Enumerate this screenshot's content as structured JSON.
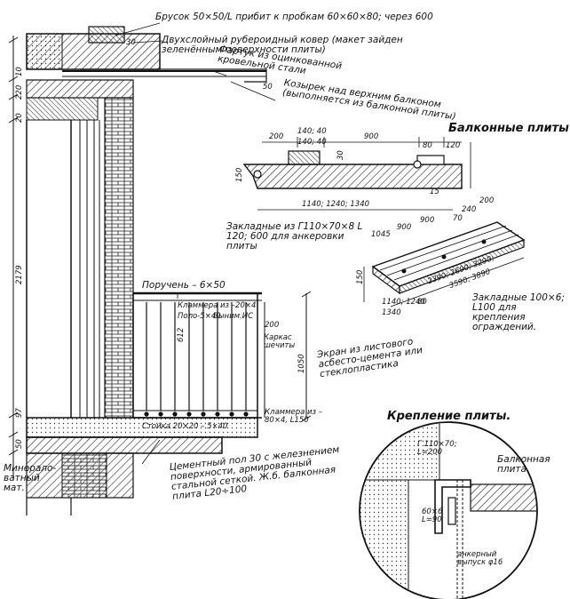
{
  "notes": {
    "brusok": "Брусок 50×50/L прибит к пробкам 60×60×80; через 600",
    "kover": "Двухслойный рубероидный ковер (макет зайден зеленённым поверхности плиты)",
    "fartuk": "Фартук из оцинкованной кровельной стали",
    "kozyrek": "Козырек над верхним балконом (выполняется из балконной плиты)",
    "balcony_plates_title": "Балконные плиты",
    "zakladnye_top": "Закладные из Г110×70×8 L 120; 600 для анкеровки плиты",
    "zakladnye_right": "Закладные 100×6; L100 для крепления ограждений.",
    "poruchen": "Поручень – 6×50",
    "klammera_top": "Кламмера из –20×4",
    "polosa": "Поло-5×40",
    "vynim": "Выним.ИС",
    "karkas": "Каркас шечиты",
    "ekran": "Экран из листового асбесто-цемента или стеклопластика",
    "klammera_bottom": "Кламмера из –80×4, L150",
    "stoyka": "Стойка 20×20 – 5×40",
    "mineral": "Минерало-ватный мат.",
    "tsement": "Цементный пол 30 с железнением поверхности, армированный стальной сеткой. Ж.б. балконная плита L20÷100",
    "kreplenie_title": "Крепление плиты.",
    "detail_angle": "Г 110×70; L=200",
    "detail_plate": "Балконная плита",
    "detail_strip": "60×6 L=90",
    "detail_anchor": "анкерный выпуск φ16"
  },
  "dimensions": {
    "left_30": "30",
    "left_10": "10",
    "left_220": "220",
    "left_20": "20",
    "left_2179": "2179",
    "left_97": "97",
    "left_50": "50",
    "fartuk_50": "50",
    "rail_1050": "1050",
    "rail_200": "200",
    "dim_612": "612",
    "plate_200": "200",
    "plate_140_a": "140; 40",
    "plate_140_b": "140; 40",
    "plate_900": "900",
    "plate_80": "80",
    "plate_120": "120",
    "plate_150": "150",
    "plate_1140": "1140; 1240; 1340",
    "plate_30": "30",
    "plate_15": "15",
    "plate_1140_b": "1140; 1240",
    "plate_1340": "1340",
    "iso_1045": "1045",
    "iso_900a": "900",
    "iso_900b": "900",
    "iso_240": "240",
    "iso_200": "200",
    "iso_70": "70",
    "iso_2390": "2390; 2690; 3290;",
    "iso_3590": "3590; 3890",
    "iso_150": "150",
    "iso_80": "80"
  },
  "colors": {
    "ink": "#111111",
    "paper": "#ffffff",
    "hatch": "#222222"
  }
}
